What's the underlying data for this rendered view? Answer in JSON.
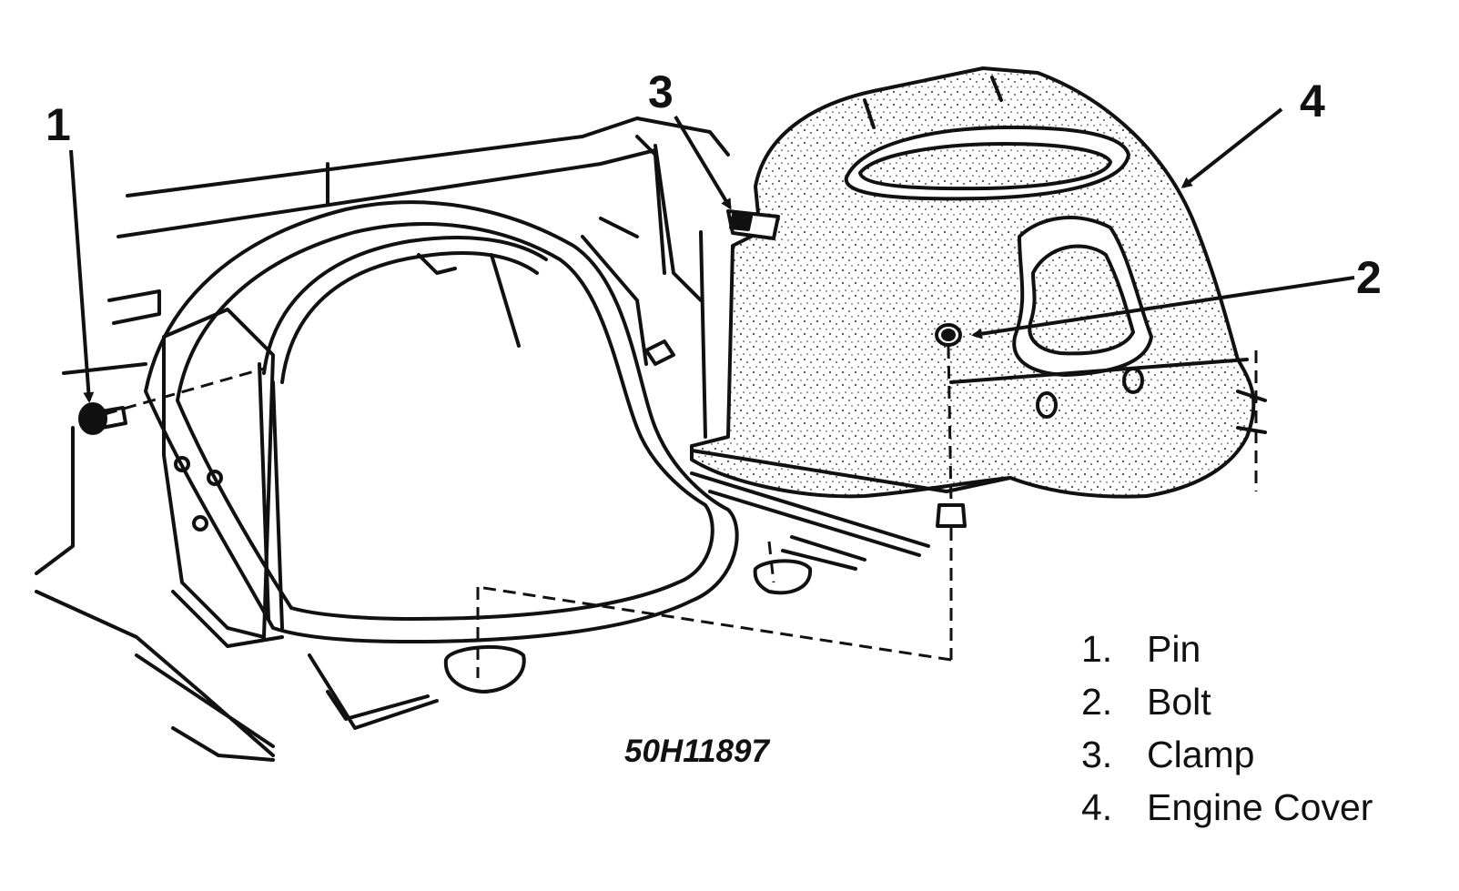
{
  "callouts": {
    "pin": "1",
    "bolt": "2",
    "clamp": "3",
    "engine_cover": "4"
  },
  "legend": [
    {
      "number": "1.",
      "label": "Pin"
    },
    {
      "number": "2.",
      "label": "Bolt"
    },
    {
      "number": "3.",
      "label": "Clamp"
    },
    {
      "number": "4.",
      "label": "Engine Cover"
    }
  ],
  "figure_code": "50H11897"
}
